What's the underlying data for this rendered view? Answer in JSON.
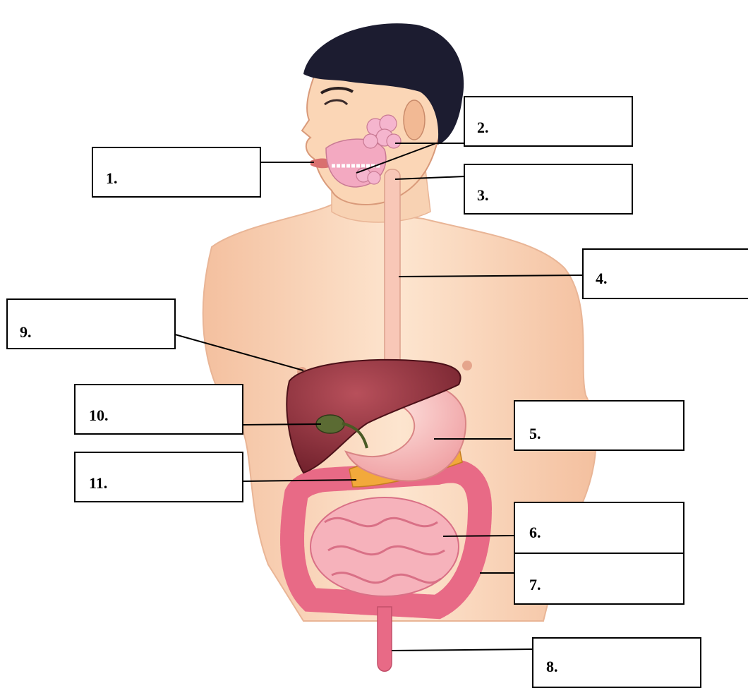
{
  "diagram": {
    "labels": [
      {
        "id": "1",
        "text": "1."
      },
      {
        "id": "2",
        "text": "2."
      },
      {
        "id": "3",
        "text": "3."
      },
      {
        "id": "4",
        "text": "4."
      },
      {
        "id": "5",
        "text": "5."
      },
      {
        "id": "6",
        "text": "6."
      },
      {
        "id": "7",
        "text": "7."
      },
      {
        "id": "8",
        "text": "8."
      },
      {
        "id": "9",
        "text": "9."
      },
      {
        "id": "10",
        "text": "10."
      },
      {
        "id": "11",
        "text": "11."
      }
    ],
    "colors": {
      "hair": "#1c1c30",
      "skin": "#fbd9b8",
      "skin_shadow": "#efb48f",
      "pink_organ": "#f3a9c1",
      "liver": "#8c2f3a",
      "stomach": "#f7b6b6",
      "pancreas": "#f2a93b",
      "gallbladder": "#5b6b33",
      "intestine": "#f08aa0",
      "colon": "#e86a86"
    }
  }
}
